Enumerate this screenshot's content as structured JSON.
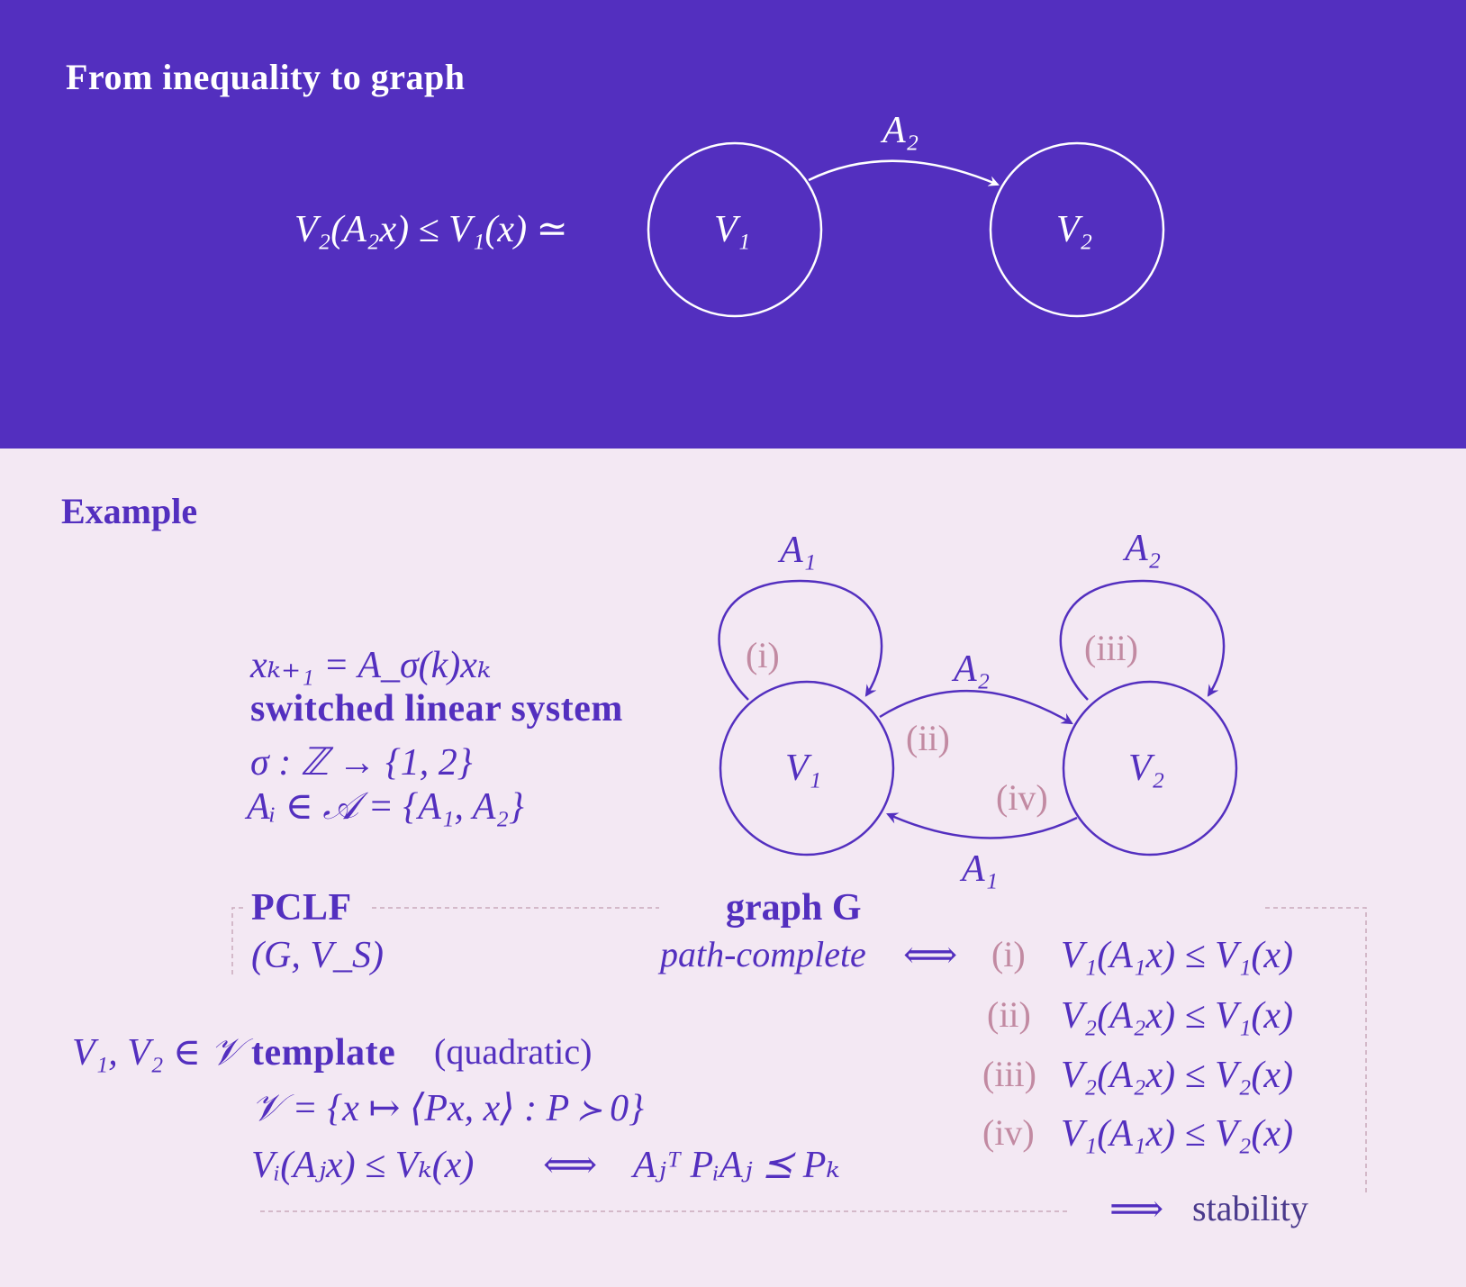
{
  "colors": {
    "header_bg": "#532fbf",
    "page_bg": "#f3e8f3",
    "accent": "#532fbf",
    "label_pink": "#c28aa2",
    "dashed": "#c9a9bb",
    "white": "#ffffff"
  },
  "header": {
    "title": "From inequality to graph",
    "inequality": "V₂(A₂x) ≤ V₁(x) ≃",
    "graph": {
      "node_left": "V₁",
      "node_right": "V₂",
      "edge_label": "A₂"
    }
  },
  "example": {
    "title": "Example",
    "system": {
      "equation": "xₖ₊₁ = A_σ(k)xₖ",
      "name": "switched linear system",
      "sigma": "σ : ℤ → {1, 2}",
      "set": "Aᵢ ∈ 𝒜 = {A₁, A₂}"
    },
    "graph": {
      "node_left": "V₁",
      "node_right": "V₂",
      "self_loop_left": "A₁",
      "self_loop_right": "A₂",
      "edge_top": "A₂",
      "edge_bottom": "A₁",
      "tag_i": "(i)",
      "tag_ii": "(ii)",
      "tag_iii": "(iii)",
      "tag_iv": "(iv)"
    },
    "pclf": {
      "title": "PCLF",
      "pair": "(G, V_S)"
    },
    "graph_caption": {
      "title": "graph G",
      "property": "path-complete",
      "iff": "⟺"
    },
    "inequalities": [
      {
        "tag": "(i)",
        "text": "V₁(A₁x) ≤ V₁(x)"
      },
      {
        "tag": "(ii)",
        "text": "V₂(A₂x) ≤ V₁(x)"
      },
      {
        "tag": "(iii)",
        "text": "V₂(A₂x) ≤ V₂(x)"
      },
      {
        "tag": "(iv)",
        "text": "V₁(A₁x) ≤ V₂(x)"
      }
    ],
    "template": {
      "lhs": "V₁, V₂ ∈ 𝒱",
      "title": "template",
      "kind": "(quadratic)",
      "definition": "𝒱 = {x ↦ ⟨Px, x⟩ : P ≻ 0}",
      "equivalence_lhs": "Vᵢ(Aⱼx) ≤ Vₖ(x)",
      "equivalence_iff": "⟺",
      "equivalence_rhs": "Aⱼᵀ PᵢAⱼ ⪯ Pₖ"
    },
    "conclusion": {
      "arrow": "⟹",
      "text": "stability"
    }
  }
}
